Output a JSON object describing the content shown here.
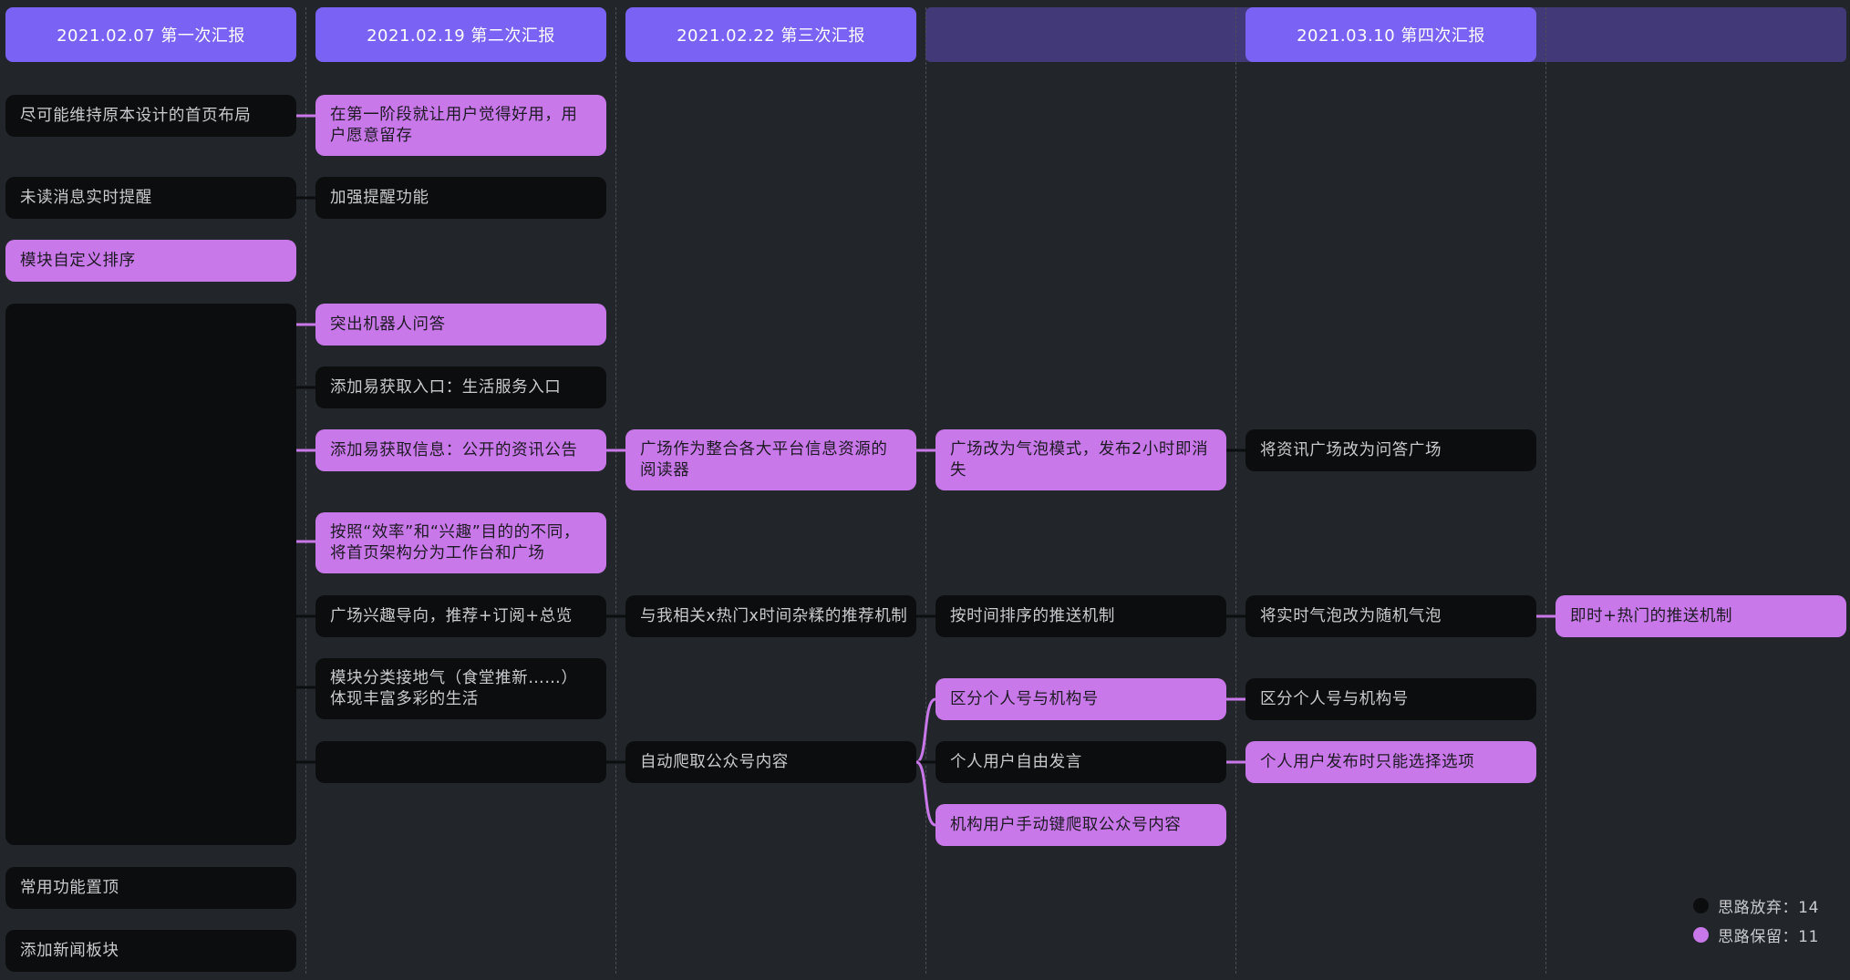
{
  "headers": {
    "h1": "2021.02.07  第一次汇报",
    "h2": "2021.02.19  第二次汇报",
    "h3": "2021.02.22  第三次汇报",
    "h4": "2021.03.10  第四次汇报"
  },
  "nodes": {
    "n1": "尽可能维持原本设计的首页布局",
    "n2": "未读消息实时提醒",
    "n3": "模块自定义排序",
    "n4": "常用功能置顶",
    "n5": "添加新闻板块",
    "n6": "在第一阶段就让用户觉得好用，用户愿意留存",
    "n7": "加强提醒功能",
    "n8": "突出机器人问答",
    "n9": "添加易获取入口：生活服务入口",
    "n10": "添加易获取信息：公开的资讯公告",
    "n11": "按照“效率”和“兴趣”目的的不同，将首页架构分为工作台和广场",
    "n12": "广场兴趣导向，推荐+订阅+总览",
    "n13": "模块分类接地气（食堂推新……）体现丰富多彩的生活",
    "n14": "",
    "n15": "广场作为整合各大平台信息资源的阅读器",
    "n16": "与我相关x热门x时间杂糅的推荐机制",
    "n17": "自动爬取公众号内容",
    "n18": "广场改为气泡模式，发布2小时即消失",
    "n19": "按时间排序的推送机制",
    "n20": "区分个人号与机构号",
    "n21": "个人用户自由发言",
    "n22": "机构用户手动键爬取公众号内容",
    "n23": "将资讯广场改为问答广场",
    "n24": "将实时气泡改为随机气泡",
    "n25": "区分个人号与机构号",
    "n26": "个人用户发布时只能选择选项",
    "n27": "即时+热门的推送机制"
  },
  "legend": {
    "abandoned_label": "思路放弃：14",
    "kept_label": "思路保留：11"
  },
  "colors": {
    "background": "#22262a",
    "header": "#7a63f4",
    "header_band": "#423a78",
    "abandoned": "#0b0d0f",
    "kept": "#c978ea"
  }
}
